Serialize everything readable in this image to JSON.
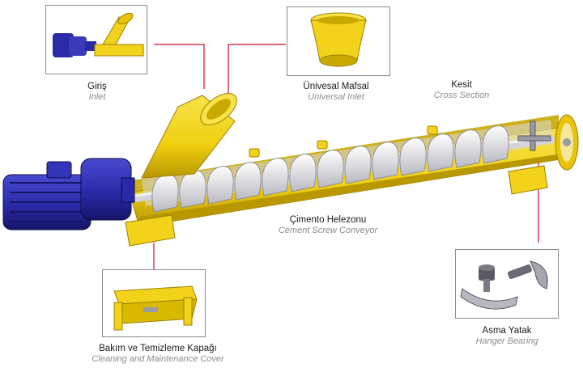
{
  "callouts": {
    "inlet": {
      "tr": "Giriş",
      "en": "Inlet"
    },
    "universal": {
      "tr": "Ünivesal Mafsal",
      "en": "Universal Inlet"
    },
    "section": {
      "tr": "Kesit",
      "en": "Cross Section"
    },
    "conveyor": {
      "tr": "Çimento Helezonu",
      "en": "Cement Screw Conveyor"
    },
    "cover": {
      "tr": "Bakım ve Temizleme Kapağı",
      "en": "Cleaning and Maintenance Cover"
    },
    "hanger": {
      "tr": "Asma Yatak",
      "en": "Hanger Bearing"
    }
  },
  "colors": {
    "yellow": "#f2d21a",
    "yellow_dark": "#c9a800",
    "motor_blue": "#2a2aa8",
    "motor_dark": "#16166e",
    "leader_red": "#c8102e",
    "flight_white": "#e6e6ea"
  }
}
